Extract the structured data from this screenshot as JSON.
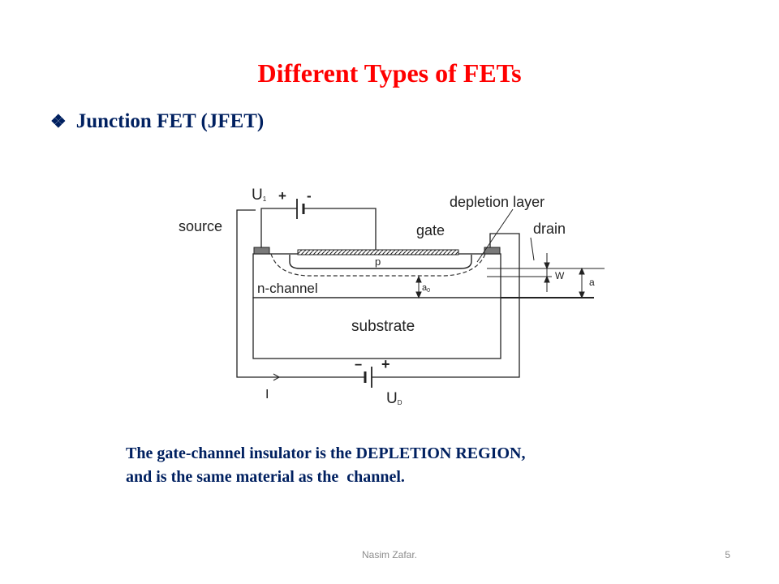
{
  "slide": {
    "title": "Different Types of FETs",
    "bullet": "Junction FET (JFET)",
    "bullet_icon": "diamond-bullet-icon",
    "caption_lines": [
      "The gate-channel insulator is the DEPLETION REGION,",
      "and is the same material as the  channel."
    ],
    "footer_author": "Nasim Zafar.",
    "page_number": "5"
  },
  "diagram": {
    "labels": {
      "u1": "U",
      "u1_sub": "1",
      "plus_top": "+",
      "minus_top": "-",
      "depletion_layer": "depletion layer",
      "source": "source",
      "gate": "gate",
      "drain": "drain",
      "p": "p",
      "w": "W",
      "a": "a",
      "n_channel": "n-channel",
      "a0": "a",
      "a0_sub": "0",
      "substrate": "substrate",
      "minus_bottom": "−",
      "plus_bottom": "+",
      "current": "I",
      "ud": "U",
      "ud_sub": "D"
    }
  },
  "colors": {
    "title": "#ff0000",
    "body_text": "#002060",
    "footer": "#8c8c8c"
  }
}
